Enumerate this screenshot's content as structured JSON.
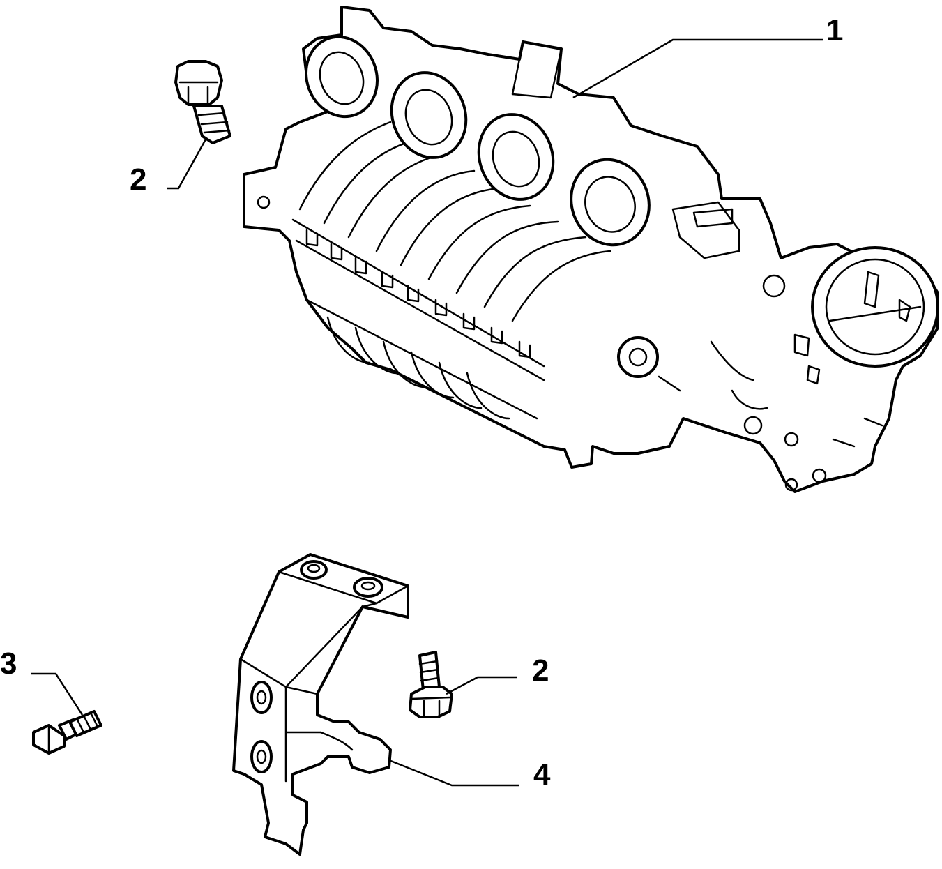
{
  "callouts": [
    {
      "id": "c1",
      "label": "1",
      "part": "intake-manifold"
    },
    {
      "id": "c2a",
      "label": "2",
      "part": "bolt"
    },
    {
      "id": "c2b",
      "label": "2",
      "part": "bolt"
    },
    {
      "id": "c3",
      "label": "3",
      "part": "stud"
    },
    {
      "id": "c4",
      "label": "4",
      "part": "bracket"
    }
  ],
  "colors": {
    "ink": "#000000",
    "paper": "#ffffff"
  }
}
